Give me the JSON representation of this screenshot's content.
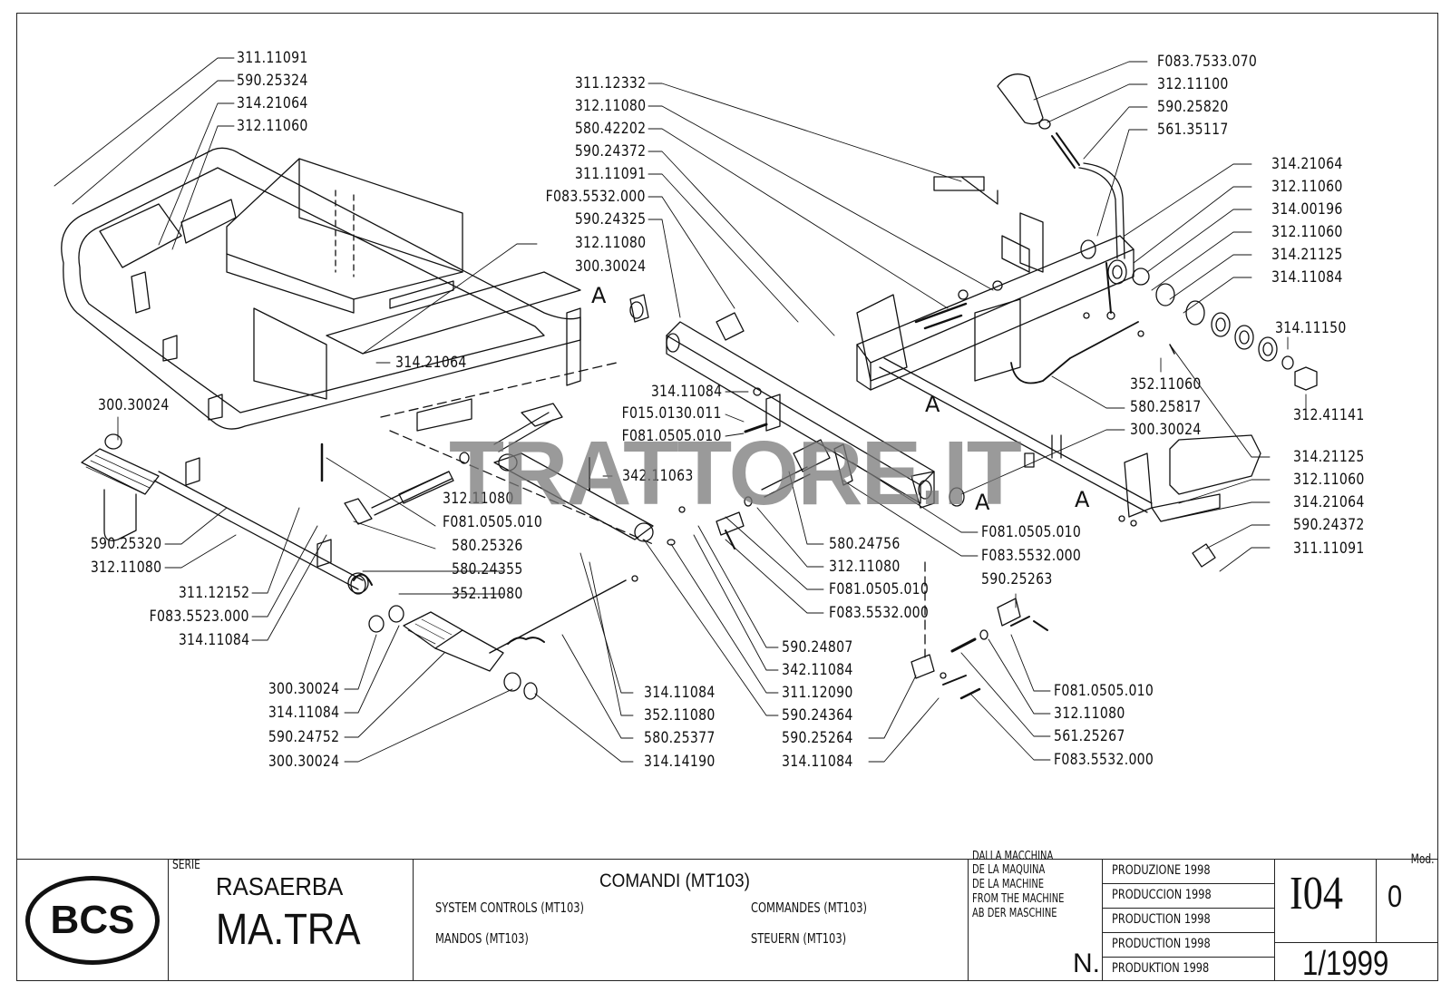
{
  "watermark": "TRATTORE.IT",
  "section_marker": "A",
  "callouts": {
    "top_left": [
      "311.11091",
      "590.25324",
      "314.21064",
      "312.11060"
    ],
    "top_center": [
      "311.12332",
      "312.11080",
      "580.42202",
      "590.24372",
      "311.11091",
      "F083.5532.000",
      "590.24325",
      "312.11080",
      "300.30024"
    ],
    "top_right_lever": [
      "F083.7533.070",
      "312.11100",
      "590.25820",
      "561.35117"
    ],
    "right_stack": [
      "314.21064",
      "312.11060",
      "314.00196",
      "312.11060",
      "314.21125",
      "314.11084"
    ],
    "right_washer": "314.11150",
    "right_nut": "312.41141",
    "right_cable": [
      "352.11060",
      "580.25817",
      "300.30024"
    ],
    "right_lower": [
      "314.21125",
      "312.11060",
      "314.21064",
      "590.24372",
      "311.11091"
    ],
    "frame_washer": "314.21064",
    "left_bushing": "300.30024",
    "center_pin": [
      "314.11084",
      "F015.0130.011",
      "F081.0505.010"
    ],
    "center_spring_pin": "342.11063",
    "center_link": [
      "312.11080",
      "F081.0505.010",
      "580.25326",
      "580.24355",
      "352.11080"
    ],
    "left_pedal": [
      "590.25320",
      "312.11080",
      "311.12152",
      "F083.5523.000",
      "314.11084"
    ],
    "left_lower": [
      "300.30024",
      "314.11084",
      "590.24752",
      "300.30024"
    ],
    "center_lower": [
      "314.11084",
      "352.11080",
      "580.25377",
      "314.14190"
    ],
    "center_right_lower": [
      "590.24807",
      "342.11084",
      "311.12090",
      "590.24364",
      "590.25264",
      "314.11084"
    ],
    "center_right_mid": [
      "580.24756",
      "312.11080",
      "F081.0505.010",
      "F083.5532.000"
    ],
    "right_mid": [
      "F081.0505.010",
      "F083.5532.000",
      "590.25263"
    ],
    "right_bottom": [
      "F081.0505.010",
      "312.11080",
      "561.25267",
      "F083.5532.000"
    ]
  },
  "titleblock": {
    "brand": "BCS",
    "serie_label": "SERIE",
    "product_line": "RASAERBA",
    "model": "MA.TRA",
    "title": "COMANDI (MT103)",
    "title_en": "SYSTEM CONTROLS (MT103)",
    "title_fr": "COMMANDES (MT103)",
    "title_es": "MANDOS (MT103)",
    "title_de": "STEUERN (MT103)",
    "from_machine": [
      "DALLA MACCHINA",
      "DE LA MAQUINA",
      "DE LA MACHINE",
      "FROM THE MACHINE",
      "AB DER MASCHINE"
    ],
    "number_label": "N.",
    "production": [
      "PRODUZIONE 1998",
      "PRODUCCION 1998",
      "PRODUCTION 1998",
      "PRODUCTION 1998",
      "PRODUKTION 1998"
    ],
    "table_code": "I04",
    "mod_label": "Mod.",
    "mod_value": "0",
    "date": "1/1999"
  }
}
